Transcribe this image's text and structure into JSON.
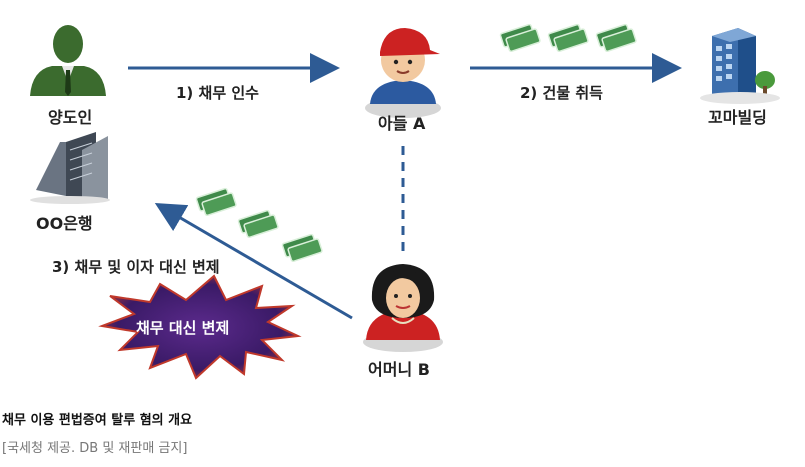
{
  "nodes": {
    "transferor": "양도인",
    "son": "아들 A",
    "building": "꼬마빌딩",
    "bank": "OO은행",
    "mother": "어머니 B"
  },
  "arrows": {
    "debt_assumption": "1) 채무 인수",
    "building_acquisition": "2) 건물 취득",
    "repayment": "3) 채무 및 이자 대신 변제"
  },
  "burst_label": "채무 대신 변제",
  "caption": {
    "title": "채무 이용 편법증여 탈루 혐의 개요",
    "source": "[국세청 제공. DB 및 재판매 금지]"
  },
  "colors": {
    "arrow": "#2e5b94",
    "burst": "#3a1a66",
    "money": "#3f8a4a",
    "suit": "#3b6b2e"
  }
}
